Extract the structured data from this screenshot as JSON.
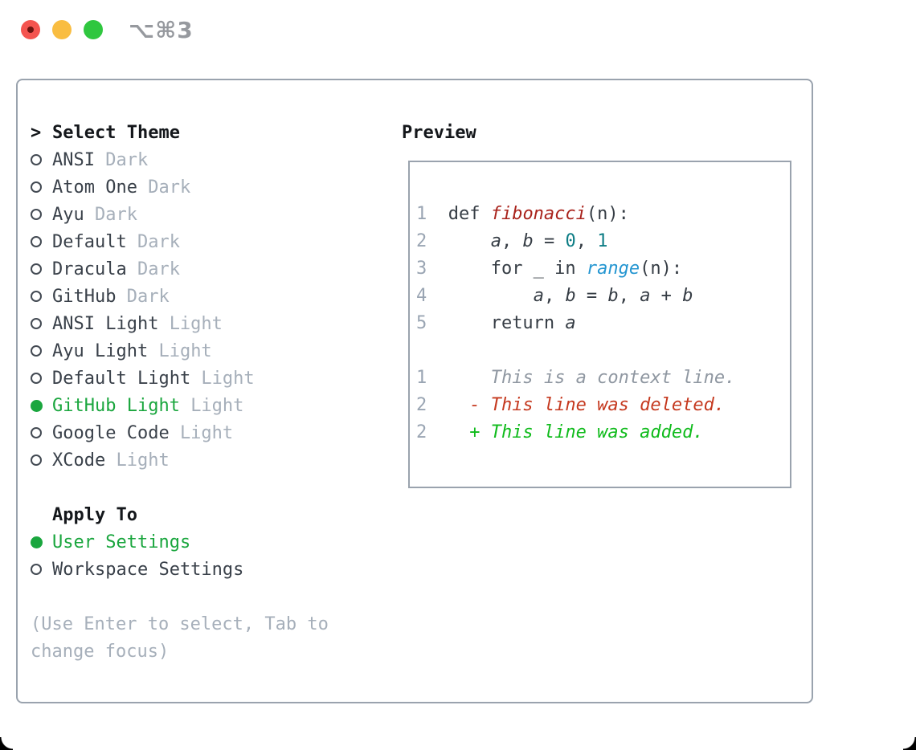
{
  "window": {
    "shortcut_label": "⌥⌘3",
    "traffic_lights": [
      "close",
      "minimize",
      "zoom"
    ]
  },
  "theme_picker": {
    "prompt": ">",
    "title": "Select Theme",
    "items": [
      {
        "label": "ANSI",
        "tag": "Dark",
        "selected": false
      },
      {
        "label": "Atom One",
        "tag": "Dark",
        "selected": false
      },
      {
        "label": "Ayu",
        "tag": "Dark",
        "selected": false
      },
      {
        "label": "Default",
        "tag": "Dark",
        "selected": false
      },
      {
        "label": "Dracula",
        "tag": "Dark",
        "selected": false
      },
      {
        "label": "GitHub",
        "tag": "Dark",
        "selected": false
      },
      {
        "label": "ANSI Light",
        "tag": "Light",
        "selected": false
      },
      {
        "label": "Ayu Light",
        "tag": "Light",
        "selected": false
      },
      {
        "label": "Default Light",
        "tag": "Light",
        "selected": false
      },
      {
        "label": "GitHub Light",
        "tag": "Light",
        "selected": true
      },
      {
        "label": "Google Code",
        "tag": "Light",
        "selected": false
      },
      {
        "label": "XCode",
        "tag": "Light",
        "selected": false
      }
    ],
    "apply_to": {
      "title": "Apply To",
      "options": [
        {
          "label": "User Settings",
          "selected": true
        },
        {
          "label": "Workspace Settings",
          "selected": false
        }
      ]
    },
    "hint_line1": "(Use Enter to select, Tab to",
    "hint_line2": "change focus)"
  },
  "preview": {
    "title": "Preview",
    "code_lines": [
      {
        "num": "1",
        "tokens": [
          {
            "t": "def ",
            "c": "d"
          },
          {
            "t": "fibonacci",
            "c": "fn"
          },
          {
            "t": "(n):",
            "c": "d"
          }
        ]
      },
      {
        "num": "2",
        "tokens": [
          {
            "t": "    ",
            "c": "d"
          },
          {
            "t": "a",
            "c": "v"
          },
          {
            "t": ", ",
            "c": "d"
          },
          {
            "t": "b",
            "c": "v"
          },
          {
            "t": " = ",
            "c": "d"
          },
          {
            "t": "0",
            "c": "num"
          },
          {
            "t": ", ",
            "c": "d"
          },
          {
            "t": "1",
            "c": "num"
          }
        ]
      },
      {
        "num": "3",
        "tokens": [
          {
            "t": "    for _ in ",
            "c": "d"
          },
          {
            "t": "range",
            "c": "bi"
          },
          {
            "t": "(n):",
            "c": "d"
          }
        ]
      },
      {
        "num": "4",
        "tokens": [
          {
            "t": "        ",
            "c": "d"
          },
          {
            "t": "a",
            "c": "v"
          },
          {
            "t": ", ",
            "c": "d"
          },
          {
            "t": "b",
            "c": "v"
          },
          {
            "t": " = ",
            "c": "d"
          },
          {
            "t": "b",
            "c": "v"
          },
          {
            "t": ", ",
            "c": "d"
          },
          {
            "t": "a",
            "c": "v"
          },
          {
            "t": " + ",
            "c": "d"
          },
          {
            "t": "b",
            "c": "v"
          }
        ]
      },
      {
        "num": "5",
        "tokens": [
          {
            "t": "    return ",
            "c": "d"
          },
          {
            "t": "a",
            "c": "v"
          }
        ]
      }
    ],
    "diff_lines": [
      {
        "num": "1",
        "kind": "context",
        "text": "    This is a context line."
      },
      {
        "num": "2",
        "kind": "deleted",
        "text": "  - This line was deleted."
      },
      {
        "num": "2",
        "kind": "added",
        "text": "  + This line was added."
      }
    ]
  },
  "colors": {
    "accent_green": "#1aa63e",
    "diff_added": "#10bb1c",
    "diff_deleted": "#c5391f",
    "diff_context": "#8f97a1",
    "syntax_function": "#a9231c",
    "syntax_number": "#0d7d85",
    "syntax_builtin": "#2596d1",
    "text_dark": "#3a414a",
    "text_muted": "#a6afba",
    "panel_border": "#9aa3ae",
    "traffic_red": "#f4544f",
    "traffic_yellow": "#f9bd41",
    "traffic_green": "#2fc73f"
  }
}
